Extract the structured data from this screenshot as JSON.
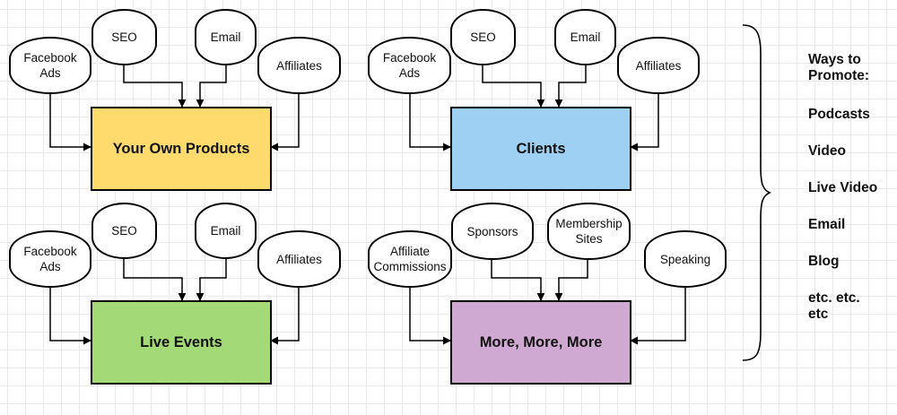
{
  "colors": {
    "products": "#fedb6c",
    "clients": "#9dd0f3",
    "events": "#a3d977",
    "more": "#cfa9d1"
  },
  "groups": {
    "products": {
      "box": "Your Own Products",
      "facebook": "Facebook\nAds",
      "seo": "SEO",
      "email": "Email",
      "affiliates": "Affiliates"
    },
    "clients": {
      "box": "Clients",
      "facebook": "Facebook\nAds",
      "seo": "SEO",
      "email": "Email",
      "affiliates": "Affiliates"
    },
    "events": {
      "box": "Live Events",
      "facebook": "Facebook\nAds",
      "seo": "SEO",
      "email": "Email",
      "affiliates": "Affiliates"
    },
    "more": {
      "box": "More, More, More",
      "affiliate_commissions": "Affiliate\nCommissions",
      "sponsors": "Sponsors",
      "membership": "Membership\nSites",
      "speaking": "Speaking"
    }
  },
  "promote": {
    "title": "Ways to\nPromote:",
    "items": [
      "Podcasts",
      "Video",
      "Live Video",
      "Email",
      "Blog",
      "etc. etc.\netc"
    ]
  }
}
